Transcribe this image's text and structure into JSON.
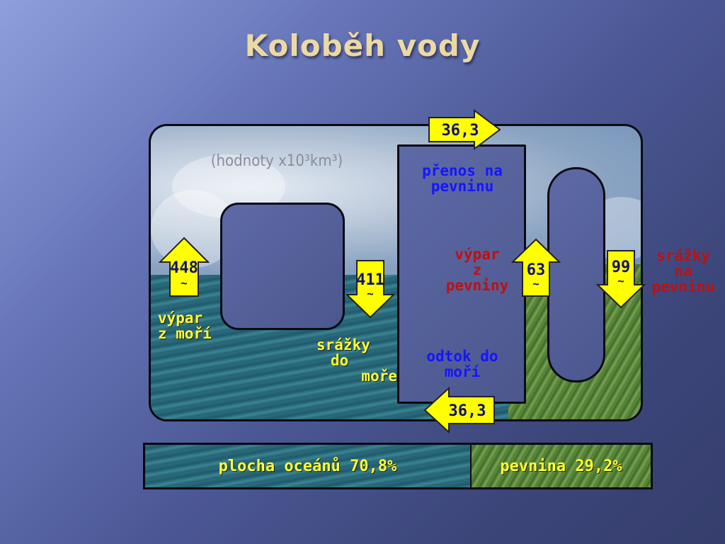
{
  "title": "Koloběh vody",
  "units_note": "(hodnoty x10³km³)",
  "colors": {
    "arrow_fill": "#ffff00",
    "arrow_stroke": "#222222",
    "ocean": "#2b6d7e",
    "land": "#5f8d3e",
    "title": "#ecd9a3"
  },
  "flows": {
    "ocean_evaporation": {
      "value": "448",
      "symbol": "~",
      "label_line1": "výpar",
      "label_line2": "z moří"
    },
    "ocean_precipitation": {
      "value": "411",
      "symbol": "~",
      "label_line1": "srážky",
      "label_line2": "do",
      "label_line3": "moře"
    },
    "transport_to_land": {
      "value": "36,3",
      "label_line1": "přenos na",
      "label_line2": "pevninu"
    },
    "land_evaporation": {
      "value": "63",
      "symbol": "~",
      "label_line1": "výpar",
      "label_line2": "z",
      "label_line3": "pevniny"
    },
    "land_precipitation": {
      "value": "99",
      "symbol": "~",
      "label_line1": "srážky",
      "label_line2": "na",
      "label_line3": "pevninu"
    },
    "runoff_to_sea": {
      "value": "36,3",
      "label_line1": "odtok do",
      "label_line2": "moří"
    }
  },
  "surface_bar": {
    "ocean_label": "plocha oceánů 70,8%",
    "ocean_share": 0.708,
    "land_label": "pevnina 29,2%",
    "land_share": 0.292
  }
}
